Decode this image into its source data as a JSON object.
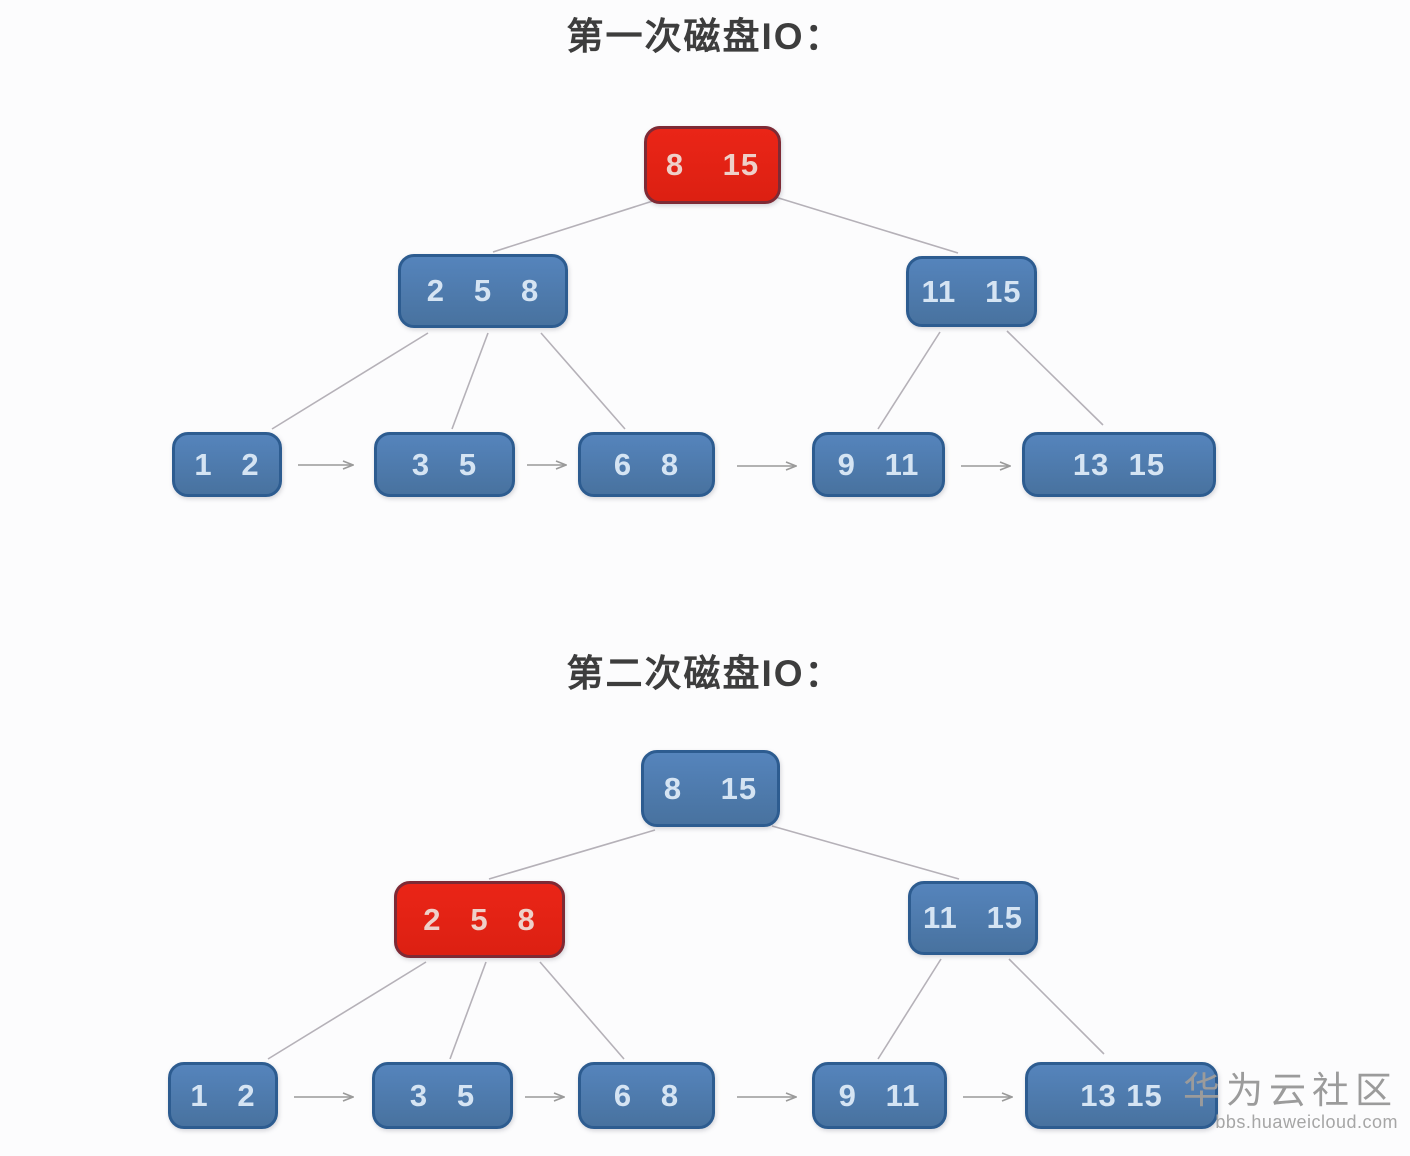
{
  "page": {
    "background": "#fcfcfd",
    "colors": {
      "node_blue_fill": "#4f7fb4",
      "node_blue_border": "#2d5c90",
      "node_red_fill": "#e42315",
      "node_red_border": "#7e2a35",
      "node_text_blue": "#d5e4f3",
      "node_text_red": "#eed0c9",
      "connector_line": "#b5b1b8",
      "arrow": "#9a9a9a",
      "title_text": "#3d3d3d",
      "watermark_text": "#9b9b9b"
    }
  },
  "diagrams": [
    {
      "title": "第一次磁盘IO：",
      "highlighted_node": "root",
      "nodes": {
        "root": {
          "label": "8    15",
          "variant": "red"
        },
        "internal_left": {
          "label": "2   5   8",
          "variant": "blue"
        },
        "internal_right": {
          "label": "11   15",
          "variant": "blue"
        },
        "leaf1": {
          "label": "1   2",
          "variant": "blue"
        },
        "leaf2": {
          "label": "3   5",
          "variant": "blue"
        },
        "leaf3": {
          "label": "6   8",
          "variant": "blue"
        },
        "leaf4": {
          "label": "9   11",
          "variant": "blue"
        },
        "leaf5": {
          "label": "13  15",
          "variant": "blue"
        }
      }
    },
    {
      "title": "第二次磁盘IO：",
      "highlighted_node": "internal_left",
      "nodes": {
        "root": {
          "label": "8    15",
          "variant": "blue"
        },
        "internal_left": {
          "label": "2   5   8",
          "variant": "red"
        },
        "internal_right": {
          "label": "11   15",
          "variant": "blue"
        },
        "leaf1": {
          "label": "1   2",
          "variant": "blue"
        },
        "leaf2": {
          "label": "3   5",
          "variant": "blue"
        },
        "leaf3": {
          "label": "6   8",
          "variant": "blue"
        },
        "leaf4": {
          "label": "9   11",
          "variant": "blue"
        },
        "leaf5": {
          "label": "13 15",
          "variant": "blue"
        }
      }
    }
  ],
  "watermark": {
    "site_name": "华为云社区",
    "site_url": "bbs.huaweicloud.com"
  }
}
